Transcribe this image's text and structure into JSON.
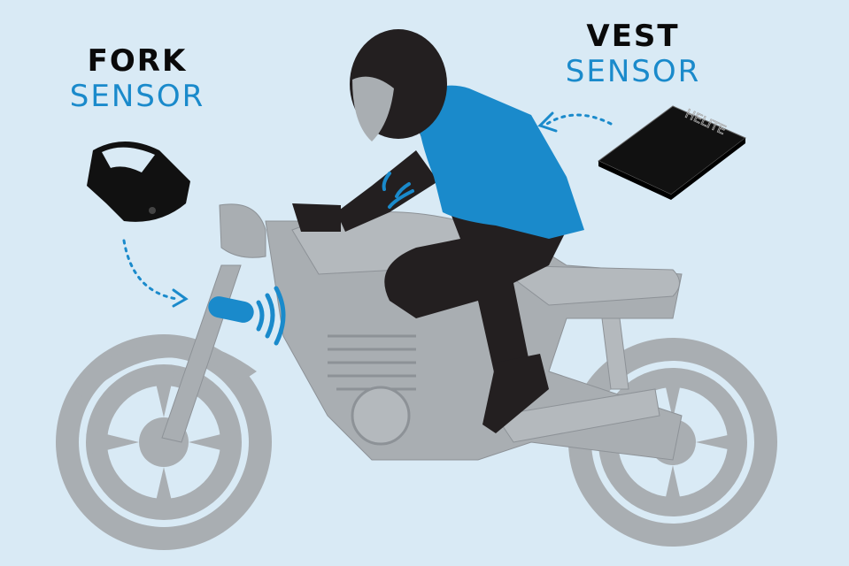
{
  "fork_sensor": {
    "title": "FORK",
    "subtitle": "SENSOR"
  },
  "vest_sensor": {
    "title": "VEST",
    "subtitle": "SENSOR",
    "logo_text": "HELITE"
  },
  "colors": {
    "background": "#d9eaf5",
    "accent": "#1a8acb",
    "motorcycle": "#a9aeb2",
    "rider": "#231f20"
  }
}
